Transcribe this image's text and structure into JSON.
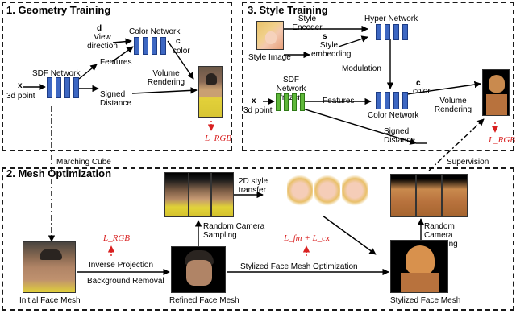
{
  "sections": {
    "geometry": {
      "title": "1. Geometry Training"
    },
    "style": {
      "title": "3. Style Training"
    },
    "mesh": {
      "title": "2. Mesh Optimization"
    }
  },
  "geometry": {
    "d_symbol": "d",
    "view_direction": "View direction",
    "color_network": "Color Network",
    "c_symbol": "c",
    "color_label": "color",
    "features": "Features",
    "sdf_network": "SDF Network",
    "x_symbol": "x",
    "point_3d": "3d point",
    "signed_distance": "Signed Distance",
    "volume_rendering": "Volume Rendering",
    "loss_rgb": "L_RGB"
  },
  "style": {
    "style_encoder": "Style Encoder",
    "hyper_network": "Hyper Network",
    "s_symbol": "s",
    "style_embedding": "Style embedding",
    "style_image": "Style Image",
    "modulation": "Modulation",
    "sdf_network": "SDF Network (frozen)",
    "x_symbol": "x",
    "point_3d": "3d point",
    "features": "Features",
    "color_network": "Color Network",
    "c_symbol": "c",
    "color_label": "color",
    "volume_rendering": "Volume Rendering",
    "signed_distance": "Signed Distance",
    "loss_rgb": "L_RGB",
    "supervision": "Supervision"
  },
  "mesh": {
    "marching_cube": "Marching Cube",
    "style_transfer": "2D style transfer",
    "random_camera_sampling_1": "Random Camera Sampling",
    "random_camera_sampling_2": "Random Camera Sampling",
    "loss_rgb": "L_RGB",
    "loss_fm_cx": "L_fm + L_cx",
    "inverse_projection": "Inverse Projection",
    "background_removal": "Background Removal",
    "stylized_optimization": "Stylized Face Mesh Optimization",
    "initial_mesh": "Initial Face Mesh",
    "refined_mesh": "Refined Face Mesh",
    "stylized_mesh": "Stylized Face Mesh"
  },
  "colors": {
    "network_blue": "#3d67c2",
    "frozen_green": "#5fb83a",
    "loss_red": "#d92020"
  }
}
